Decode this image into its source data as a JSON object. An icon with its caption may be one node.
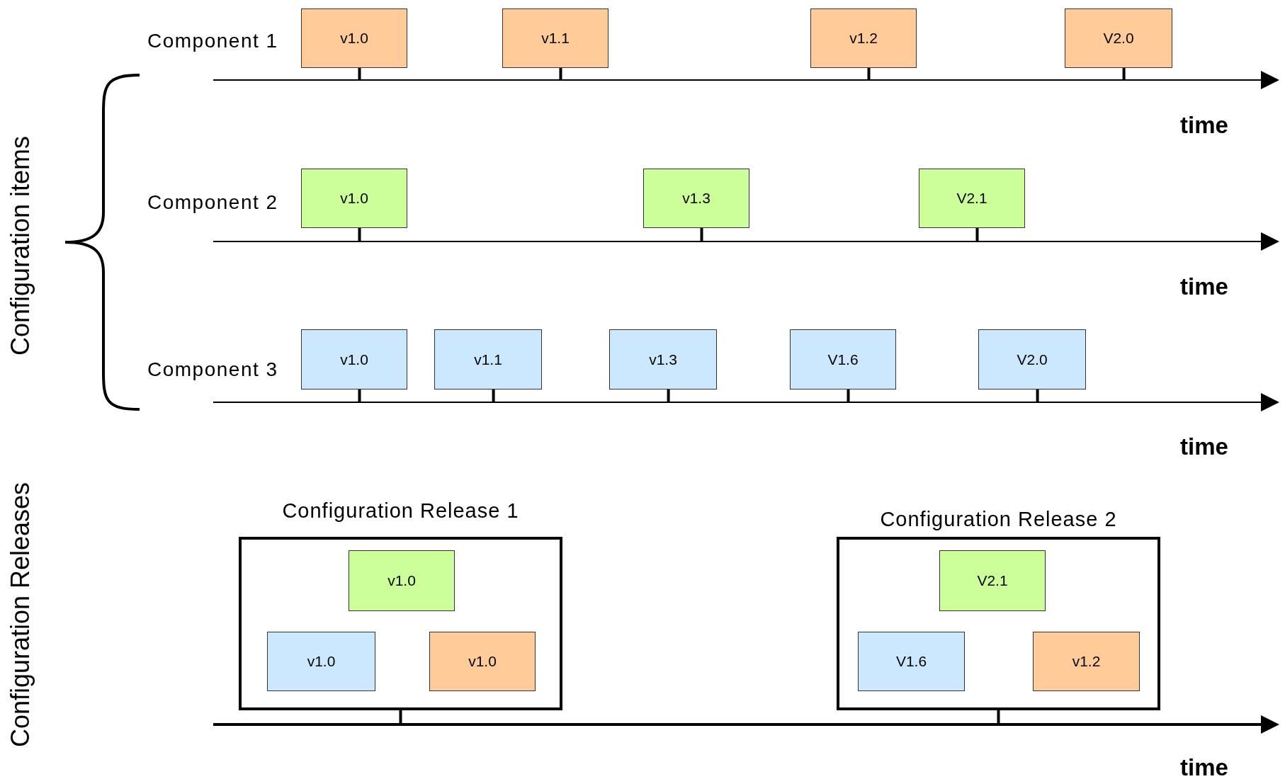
{
  "diagram": {
    "nodes": [
      {
        "text": [
          "v1.0"
        ]
      },
      {
        "text": [
          "v1.1"
        ]
      },
      {
        "text": [
          "v1.2"
        ]
      },
      {
        "text": [
          "V2.0"
        ]
      },
      {
        "text": [
          "v1.0"
        ]
      },
      {
        "text": [
          "v1.3"
        ]
      },
      {
        "text": [
          "V2.1"
        ]
      },
      {
        "text": [
          "v1.0"
        ]
      },
      {
        "text": [
          "v1.1"
        ]
      },
      {
        "text": [
          "v1.3"
        ]
      },
      {
        "text": [
          "V1.6"
        ]
      },
      {
        "text": [
          "V2.0"
        ]
      },
      {
        "text": [
          "Configuration Release 1"
        ]
      },
      {
        "text": [
          "v1.0"
        ],
        "in": 12
      },
      {
        "text": [
          "v1.0"
        ],
        "in": 12
      },
      {
        "text": [
          "v1.0"
        ],
        "in": 12
      },
      {
        "text": [
          "Configuration Release 2"
        ]
      },
      {
        "text": [
          "V2.1"
        ],
        "in": 16
      },
      {
        "text": [
          "V1.6"
        ],
        "in": 16
      },
      {
        "text": [
          "v1.2"
        ],
        "in": 16
      },
      {
        "text": [],
        "shape": "bar"
      },
      {
        "text": [],
        "shape": "bar"
      },
      {
        "text": [],
        "shape": "bar"
      },
      {
        "text": [],
        "shape": "bar"
      }
    ],
    "edges": [
      {
        "from": 0,
        "to": 20,
        "arrow": "none"
      },
      {
        "from": 1,
        "to": 20,
        "arrow": "none"
      },
      {
        "from": 2,
        "to": 20,
        "arrow": "none"
      },
      {
        "from": 3,
        "to": 20,
        "arrow": "none"
      },
      {
        "from": 4,
        "to": 21,
        "arrow": "none"
      },
      {
        "from": 5,
        "to": 21,
        "arrow": "none"
      },
      {
        "from": 6,
        "to": 21,
        "arrow": "none"
      },
      {
        "from": 7,
        "to": 22,
        "arrow": "none"
      },
      {
        "from": 8,
        "to": 22,
        "arrow": "none"
      },
      {
        "from": 9,
        "to": 22,
        "arrow": "none"
      },
      {
        "from": 10,
        "to": 22,
        "arrow": "none"
      },
      {
        "from": 11,
        "to": 22,
        "arrow": "none"
      },
      {
        "from": 12,
        "to": 23,
        "arrow": "none"
      },
      {
        "from": 16,
        "to": 23,
        "arrow": "none"
      }
    ],
    "labels": [
      "Component 1",
      "time",
      "Component 2",
      "time",
      "Component 3",
      "time",
      "Configuration items",
      "Configuration Releases",
      "time"
    ]
  }
}
